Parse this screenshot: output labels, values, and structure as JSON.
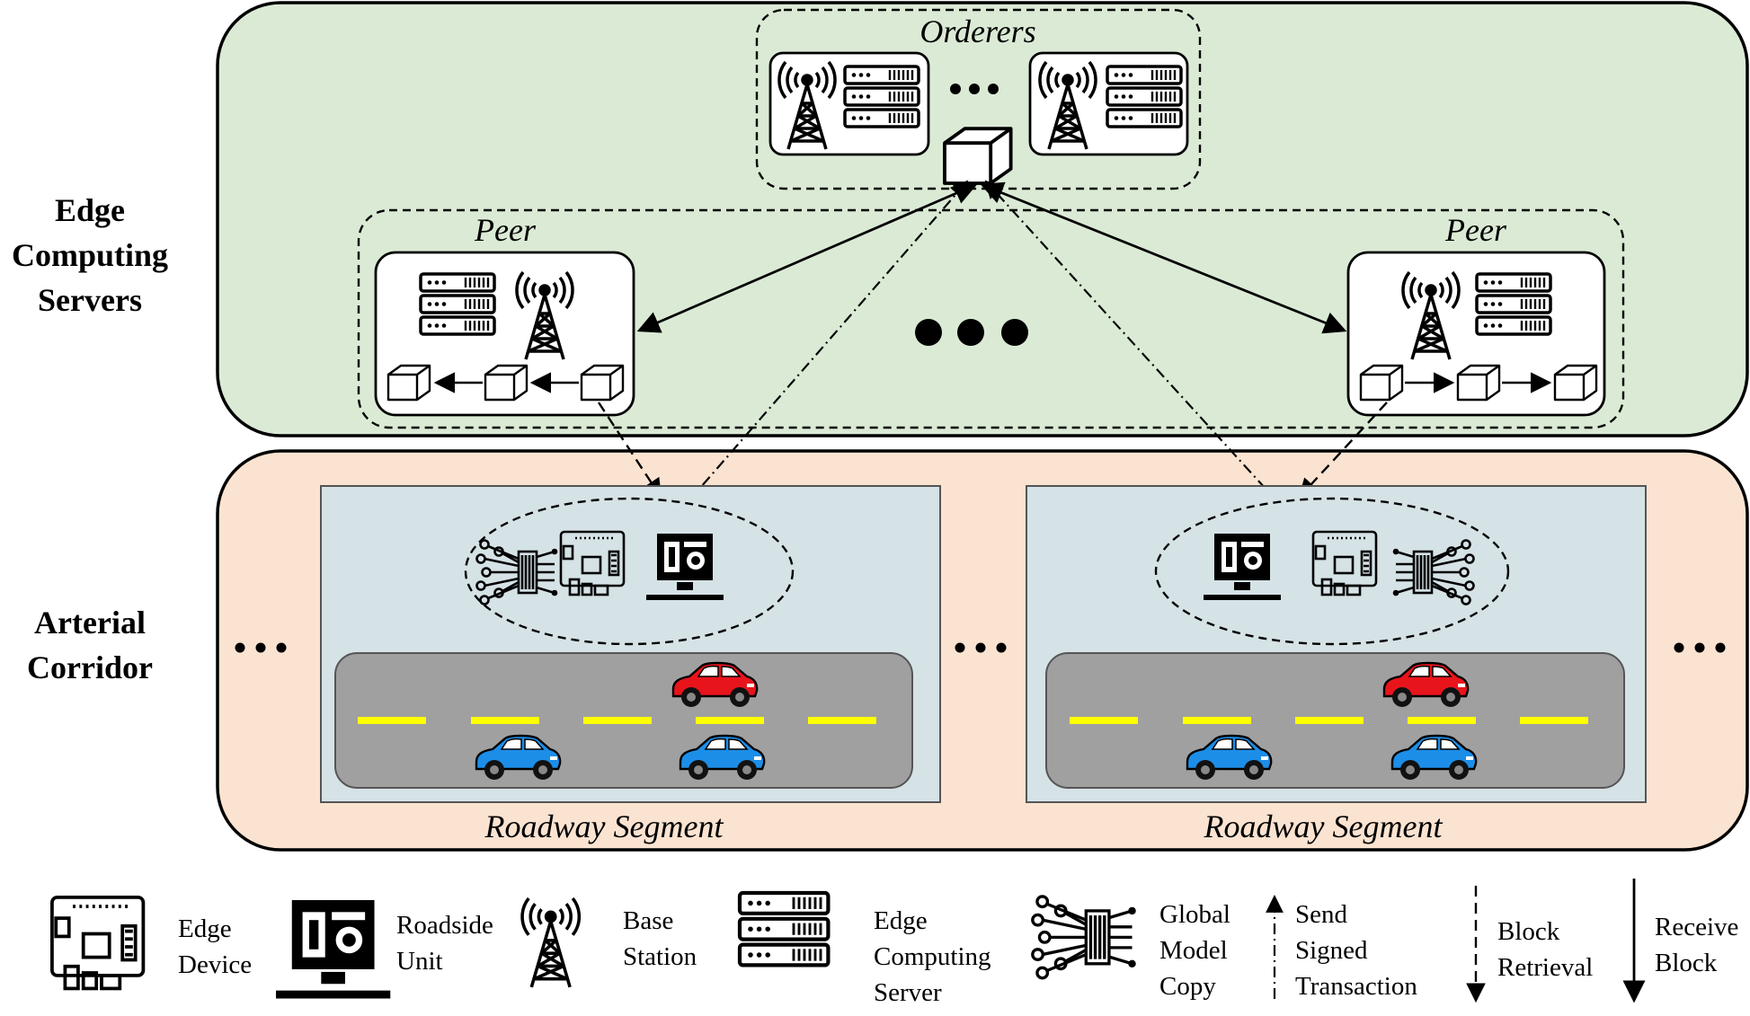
{
  "side_labels": {
    "edge_line1": "Edge",
    "edge_line2": "Computing",
    "edge_line3": "Servers",
    "arterial_line1": "Arterial",
    "arterial_line2": "Corridor"
  },
  "groups": {
    "orderers": "Orderers",
    "peer_left": "Peer",
    "peer_right": "Peer"
  },
  "segments": {
    "left": "Roadway Segment",
    "right": "Roadway Segment"
  },
  "legend": {
    "edge_device": [
      "Edge",
      "Device"
    ],
    "roadside_unit": [
      "Roadside",
      "Unit"
    ],
    "base_station": [
      "Base",
      "Station"
    ],
    "edge_server": [
      "Edge",
      "Computing",
      "Server"
    ],
    "global_model": [
      "Global",
      "Model",
      "Copy"
    ],
    "send_signed": [
      "Send",
      "Signed",
      "Transaction"
    ],
    "block_retrieval": [
      "Block",
      "Retrieval"
    ],
    "receive_block": [
      "Receive",
      "Block"
    ]
  },
  "colors": {
    "edge_region": "#dbead5",
    "arterial_region": "#fbe3d1",
    "segment_panel": "#d5e2e6",
    "road": "#a0a0a0",
    "lane_marking": "#ffff00",
    "car_red": "#e8141c",
    "car_blue": "#1d8ee8"
  }
}
